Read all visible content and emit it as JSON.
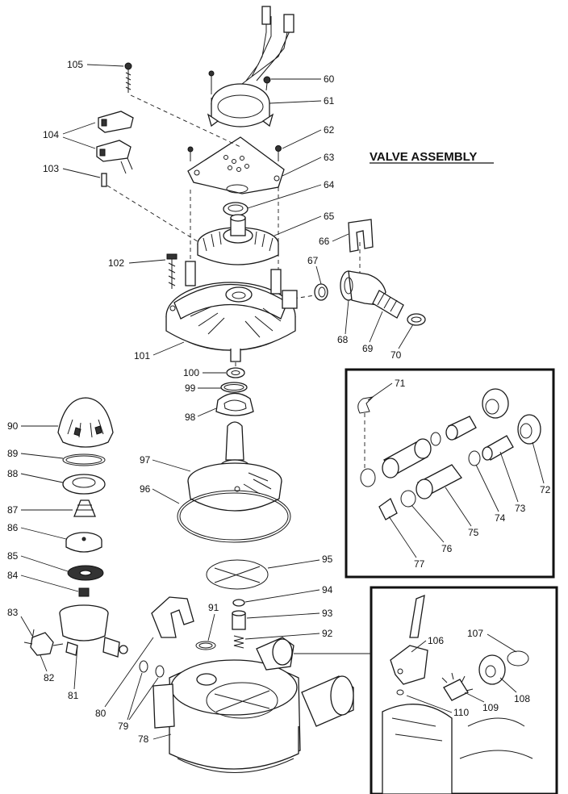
{
  "title": "VALVE ASSEMBLY",
  "labels": {
    "l60": "60",
    "l61": "61",
    "l62": "62",
    "l63": "63",
    "l64": "64",
    "l65": "65",
    "l66": "66",
    "l67": "67",
    "l68": "68",
    "l69": "69",
    "l70": "70",
    "l71": "71",
    "l72": "72",
    "l73": "73",
    "l74": "74",
    "l75": "75",
    "l76": "76",
    "l77": "77",
    "l78": "78",
    "l79": "79",
    "l80": "80",
    "l81": "81",
    "l82": "82",
    "l83": "83",
    "l84": "84",
    "l85": "85",
    "l86": "86",
    "l87": "87",
    "l88": "88",
    "l89": "89",
    "l90": "90",
    "l91": "91",
    "l92": "92",
    "l93": "93",
    "l94": "94",
    "l95": "95",
    "l96": "96",
    "l97": "97",
    "l98": "98",
    "l99": "99",
    "l100": "100",
    "l101": "101",
    "l102": "102",
    "l103": "103",
    "l104": "104",
    "l105": "105",
    "l106": "106",
    "l107": "107",
    "l108": "108",
    "l109": "109",
    "l110": "110"
  }
}
